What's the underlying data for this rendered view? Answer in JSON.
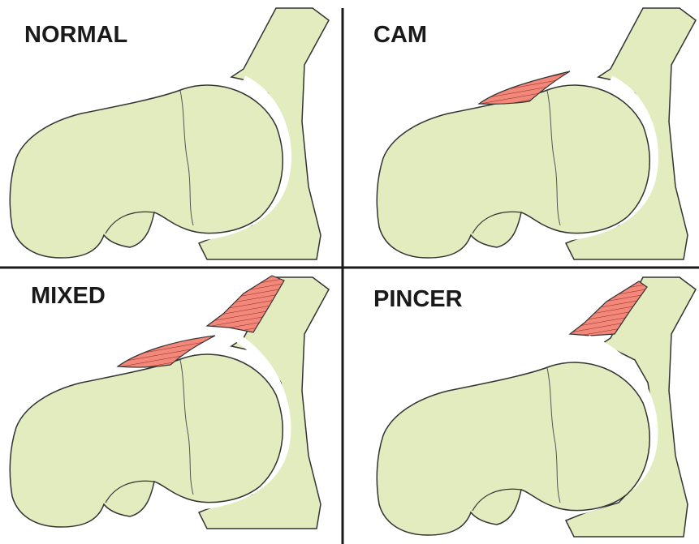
{
  "panels": [
    {
      "label": "NORMAL",
      "cam_lesion": false,
      "pincer_lesion": false
    },
    {
      "label": "CAM",
      "cam_lesion": true,
      "pincer_lesion": false
    },
    {
      "label": "MIXED",
      "cam_lesion": true,
      "pincer_lesion": true
    },
    {
      "label": "PINCER",
      "cam_lesion": false,
      "pincer_lesion": true
    }
  ],
  "colors": {
    "bone_fill": "#e2ecbf",
    "outline": "#333333",
    "lesion_fill": "#f2877a",
    "lesion_hatch": "#8a2a22",
    "divider": "#1a1a1a",
    "background": "#ffffff"
  }
}
